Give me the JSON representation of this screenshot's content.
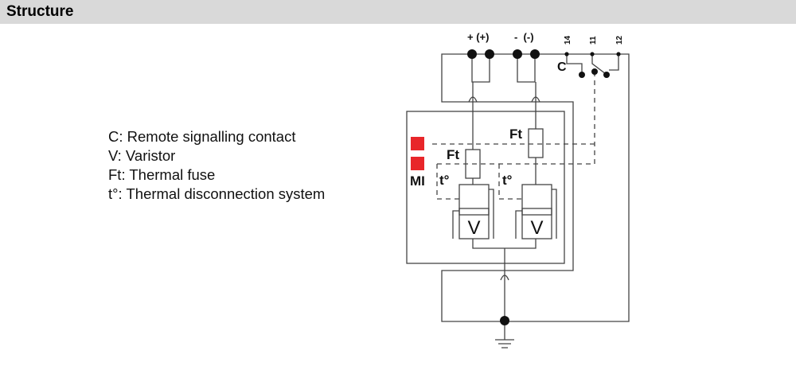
{
  "header": {
    "title": "Structure"
  },
  "legend": {
    "items": [
      "C: Remote signalling contact",
      "V: Varistor",
      "Ft: Thermal fuse",
      "t°: Thermal disconnection system"
    ]
  },
  "diagram": {
    "terminal_plus": "+ (+)",
    "terminal_minus": "-  (-)",
    "contact_14": "14",
    "contact_11": "11",
    "contact_12": "12",
    "contact_label": "C",
    "fuse_left": "Ft",
    "fuse_right": "Ft",
    "disconnect_left": "t°",
    "disconnect_right": "t°",
    "varistor_left": "V",
    "varistor_right": "V",
    "indicator_label": "MI",
    "indicator_color": "#e8262a"
  }
}
